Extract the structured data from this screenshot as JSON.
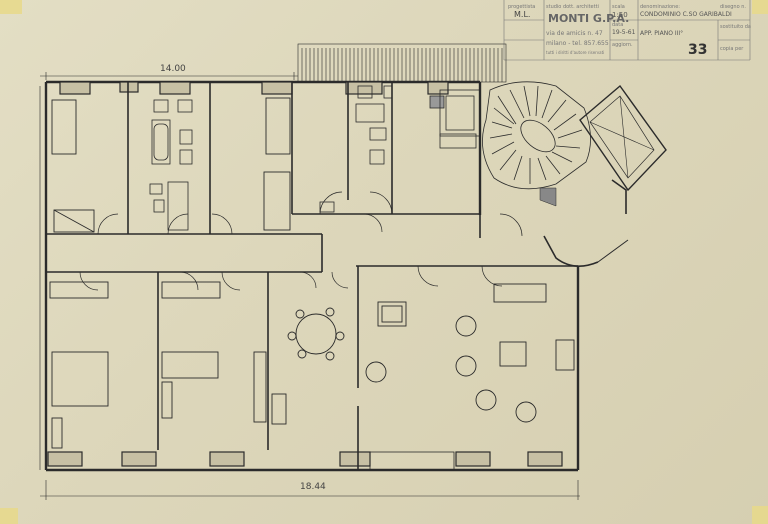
{
  "dimensions": {
    "top": "14.00",
    "bottom": "18.44"
  },
  "title_block": {
    "designer_label": "progettista",
    "designer_initials": "M.L.",
    "studio_label": "studio dott. architetti",
    "studio_name": "MONTI G.P.A.",
    "address": "via de amicis n. 47",
    "phone": "milano - tel. 857.655",
    "note": "tutti i diritti d'autore riservati",
    "scale_label": "scala",
    "scale_value": "1:50",
    "date_label": "data",
    "date_value": "19-5-61",
    "update_label": "aggiorn.",
    "project_label": "denominazione:",
    "project_name": "CONDOMINIO C.SO GARIBALDI",
    "apartment": "APP. PIANO III°",
    "sheet_number": "33",
    "drawing_label": "disegno n.",
    "substitute_label": "sostituito da",
    "copy_label": "copia per"
  }
}
